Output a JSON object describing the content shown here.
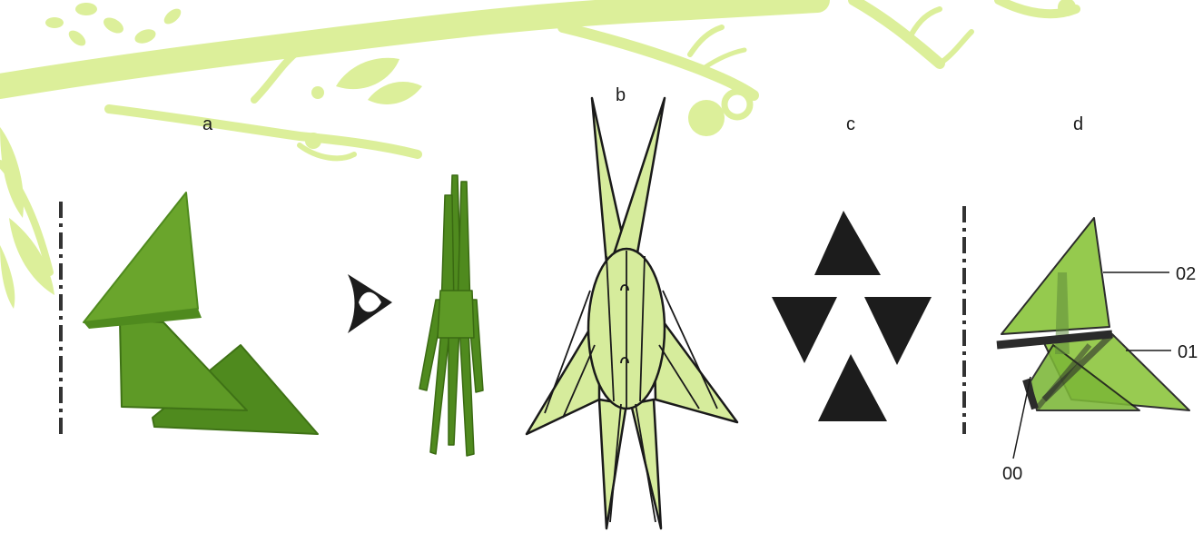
{
  "panels": {
    "a": "a",
    "b": "b",
    "c": "c",
    "d": "d"
  },
  "callouts": {
    "top": "02",
    "middle": "01",
    "bottom": "00"
  },
  "colors": {
    "decor_branch": "#dcef9a",
    "paper_green_dark": "#4f8a1e",
    "paper_green": "#6aa52c",
    "paper_green_light": "#8dc63f",
    "diagram_fill": "#d6ec9c",
    "diagram_stroke": "#1a1a1a",
    "triangle_black": "#1c1c1c"
  },
  "icons": {
    "view_direction": "eye-icon"
  }
}
